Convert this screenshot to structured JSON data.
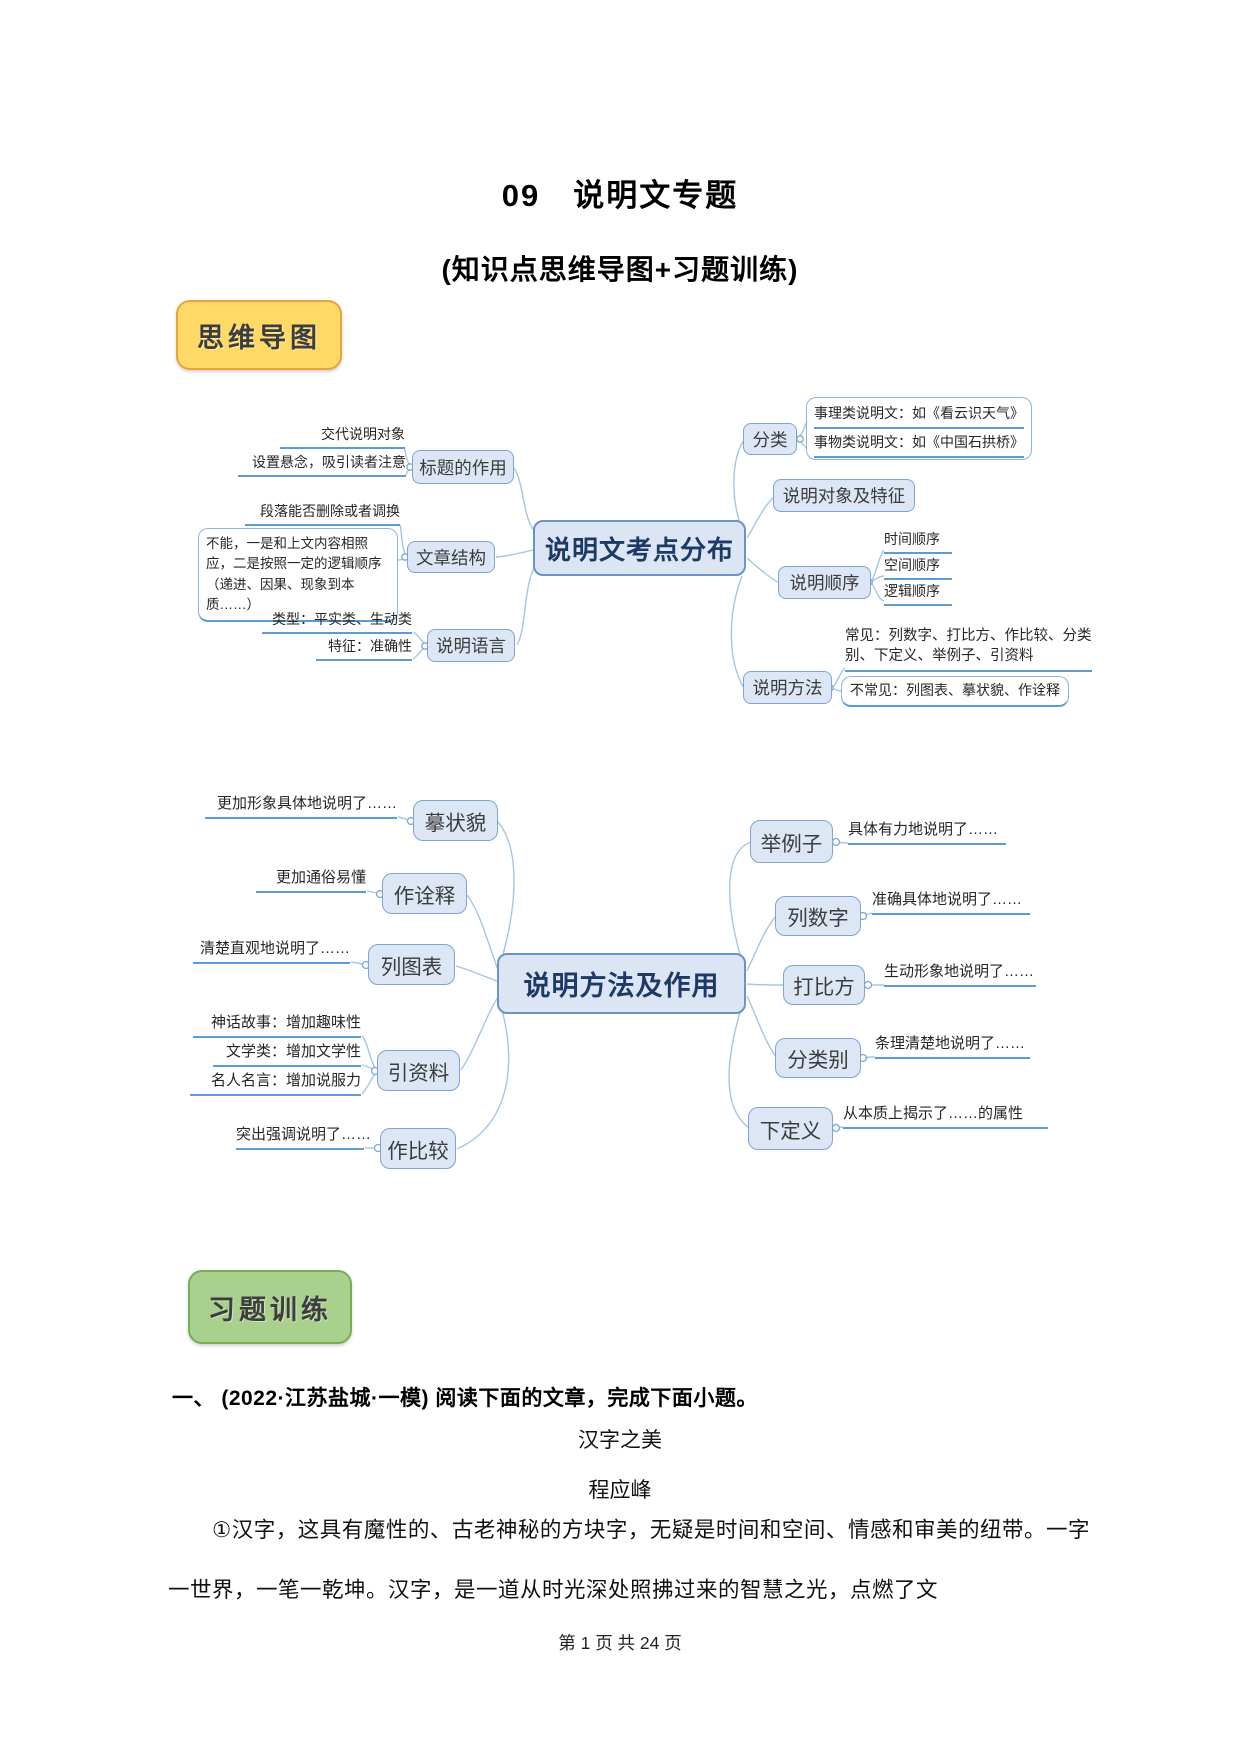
{
  "page": {
    "title": "09　说明文专题",
    "subtitle": "(知识点思维导图+习题训练)",
    "footer": "第 1 页 共 24 页"
  },
  "badges": {
    "mindmap": "思维导图",
    "exercise": "习题训练"
  },
  "colors": {
    "node_fill": "#dce6f4",
    "node_border": "#7da4d4",
    "central_text": "#1d3a66",
    "underline": "#5b9bd5",
    "connector": "#a6c5e6",
    "badge_mindmap_fill": "#ffd966",
    "badge_mindmap_border": "#e8a33d",
    "badge_exercise_fill": "#a9d18e",
    "badge_exercise_border": "#76ad55"
  },
  "m1": {
    "center": "说明文考点分布",
    "left": [
      {
        "node": "标题的作用",
        "notes": [
          "交代说明对象",
          "设置悬念，吸引读者注意"
        ]
      },
      {
        "node": "文章结构",
        "notes": [
          "段落能否删除或者调换",
          "不能，一是和上文内容相照应，二是按照一定的逻辑顺序（递进、因果、现象到本质……）"
        ]
      },
      {
        "node": "说明语言",
        "notes": [
          "类型：平实类、生动类",
          "特征：准确性"
        ]
      }
    ],
    "right": [
      {
        "node": "分类",
        "notes": [
          "事理类说明文：如《看云识天气》",
          "事物类说明文：如《中国石拱桥》"
        ]
      },
      {
        "node": "说明对象及特征",
        "notes": []
      },
      {
        "node": "说明顺序",
        "notes": [
          "时间顺序",
          "空间顺序",
          "逻辑顺序"
        ]
      },
      {
        "node": "说明方法",
        "notes": [
          "常见：列数字、打比方、作比较、分类别、下定义、举例子、引资料",
          "不常见：列图表、摹状貌、作诠释"
        ]
      }
    ]
  },
  "m2": {
    "center": "说明方法及作用",
    "left": [
      {
        "node": "摹状貌",
        "note": "更加形象具体地说明了……"
      },
      {
        "node": "作诠释",
        "note": "更加通俗易懂"
      },
      {
        "node": "列图表",
        "note": "清楚直观地说明了……"
      },
      {
        "node": "引资料",
        "notes": [
          "神话故事：增加趣味性",
          "文学类：增加文学性",
          "名人名言：增加说服力"
        ]
      },
      {
        "node": "作比较",
        "note": "突出强调说明了……"
      }
    ],
    "right": [
      {
        "node": "举例子",
        "note": "具体有力地说明了……"
      },
      {
        "node": "列数字",
        "note": "准确具体地说明了……"
      },
      {
        "node": "打比方",
        "note": "生动形象地说明了……"
      },
      {
        "node": "分类别",
        "note": "条理清楚地说明了……"
      },
      {
        "node": "下定义",
        "note": "从本质上揭示了……的属性"
      }
    ]
  },
  "exercise": {
    "heading": "一、 (2022·江苏盐城·一模) 阅读下面的文章，完成下面小题。",
    "article_title": "汉字之美",
    "author": "程应峰",
    "paragraph": "①汉字，这具有魔性的、古老神秘的方块字，无疑是时间和空间、情感和审美的纽带。一字一世界，一笔一乾坤。汉字，是一道从时光深处照拂过来的智慧之光，点燃了文"
  }
}
